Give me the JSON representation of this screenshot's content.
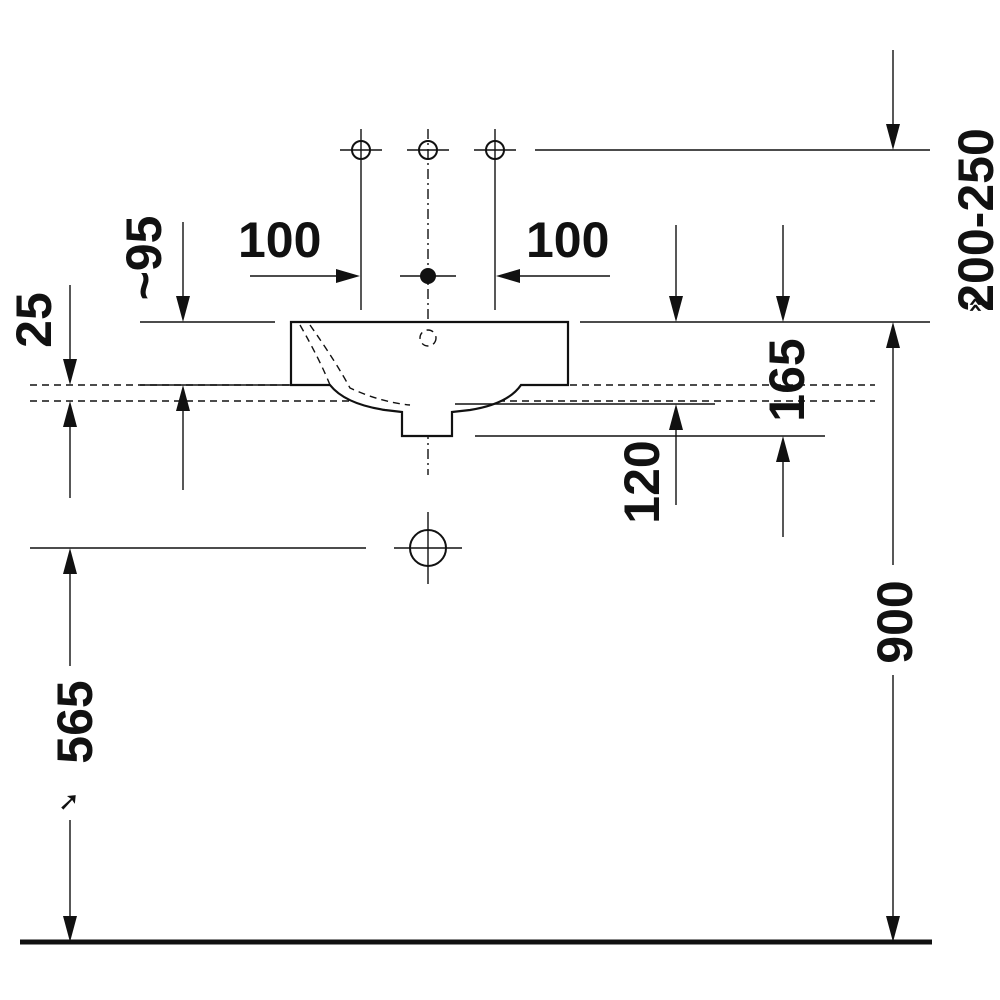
{
  "dimensions": {
    "tap_spacing_left": "100",
    "tap_spacing_right": "100",
    "rim_offset": "~95",
    "deck_thickness": "25",
    "tap_height_range": "200-250",
    "basin_depth": "165",
    "waste_depth": "120",
    "waste_outlet_height": "565",
    "rim_height": "900"
  },
  "symbols": {
    "tap_height_marker": "»",
    "waste_outlet_marker": "➚"
  },
  "colors": {
    "line": "#111111",
    "background": "#ffffff"
  }
}
